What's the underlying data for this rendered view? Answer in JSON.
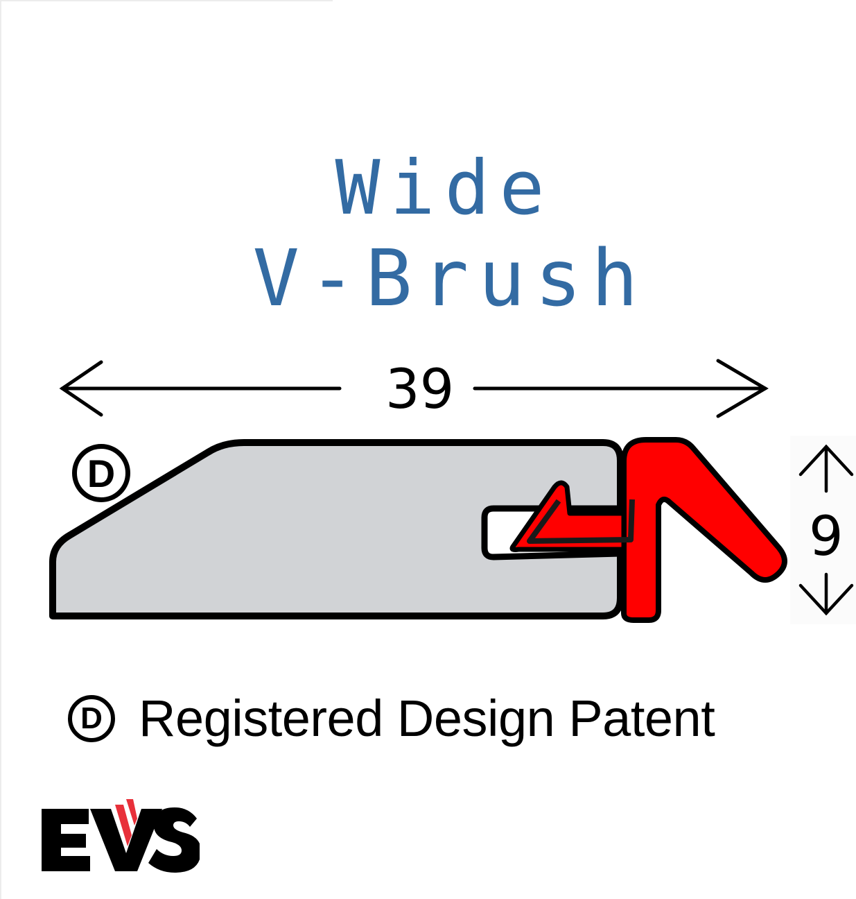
{
  "title": {
    "line1": "Wide",
    "line2": "V-Brush",
    "color": "#336ba3"
  },
  "dimensions": {
    "width_value": "39",
    "height_value": "9"
  },
  "profile": {
    "carrier_fill": "#d1d3d6",
    "seal_fill": "#ff0000",
    "outline_color": "#000000",
    "design_marker": "D"
  },
  "footnote": {
    "symbol": "D",
    "text": "Registered Design Patent"
  },
  "logo": {
    "text": "EVS",
    "accent_color": "#e8303a"
  }
}
